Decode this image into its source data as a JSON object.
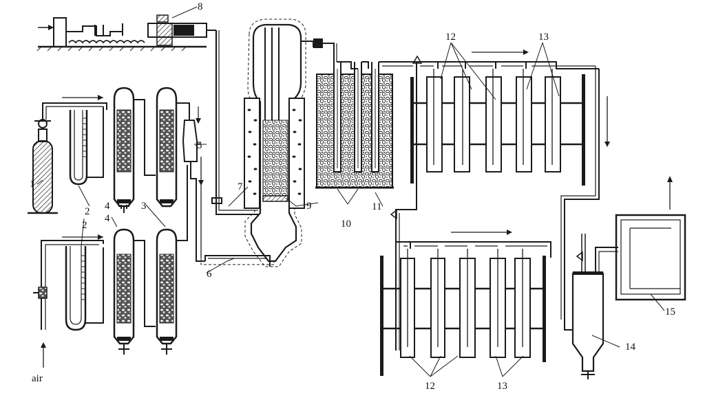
{
  "diagram": {
    "labels": {
      "l1": "1",
      "l2a": "2",
      "l2b": "2",
      "l3": "3",
      "l4a": "4",
      "l4b": "4",
      "l5": "5",
      "l6": "6",
      "l7": "7",
      "l8": "8",
      "l9": "9",
      "l10": "10",
      "l11": "11",
      "l12a": "12",
      "l12b": "12",
      "l13a": "13",
      "l13b": "13",
      "l14": "14",
      "l15": "15",
      "air": "air"
    },
    "colors": {
      "ink": "#1a1a1a",
      "paper": "#ffffff"
    }
  }
}
